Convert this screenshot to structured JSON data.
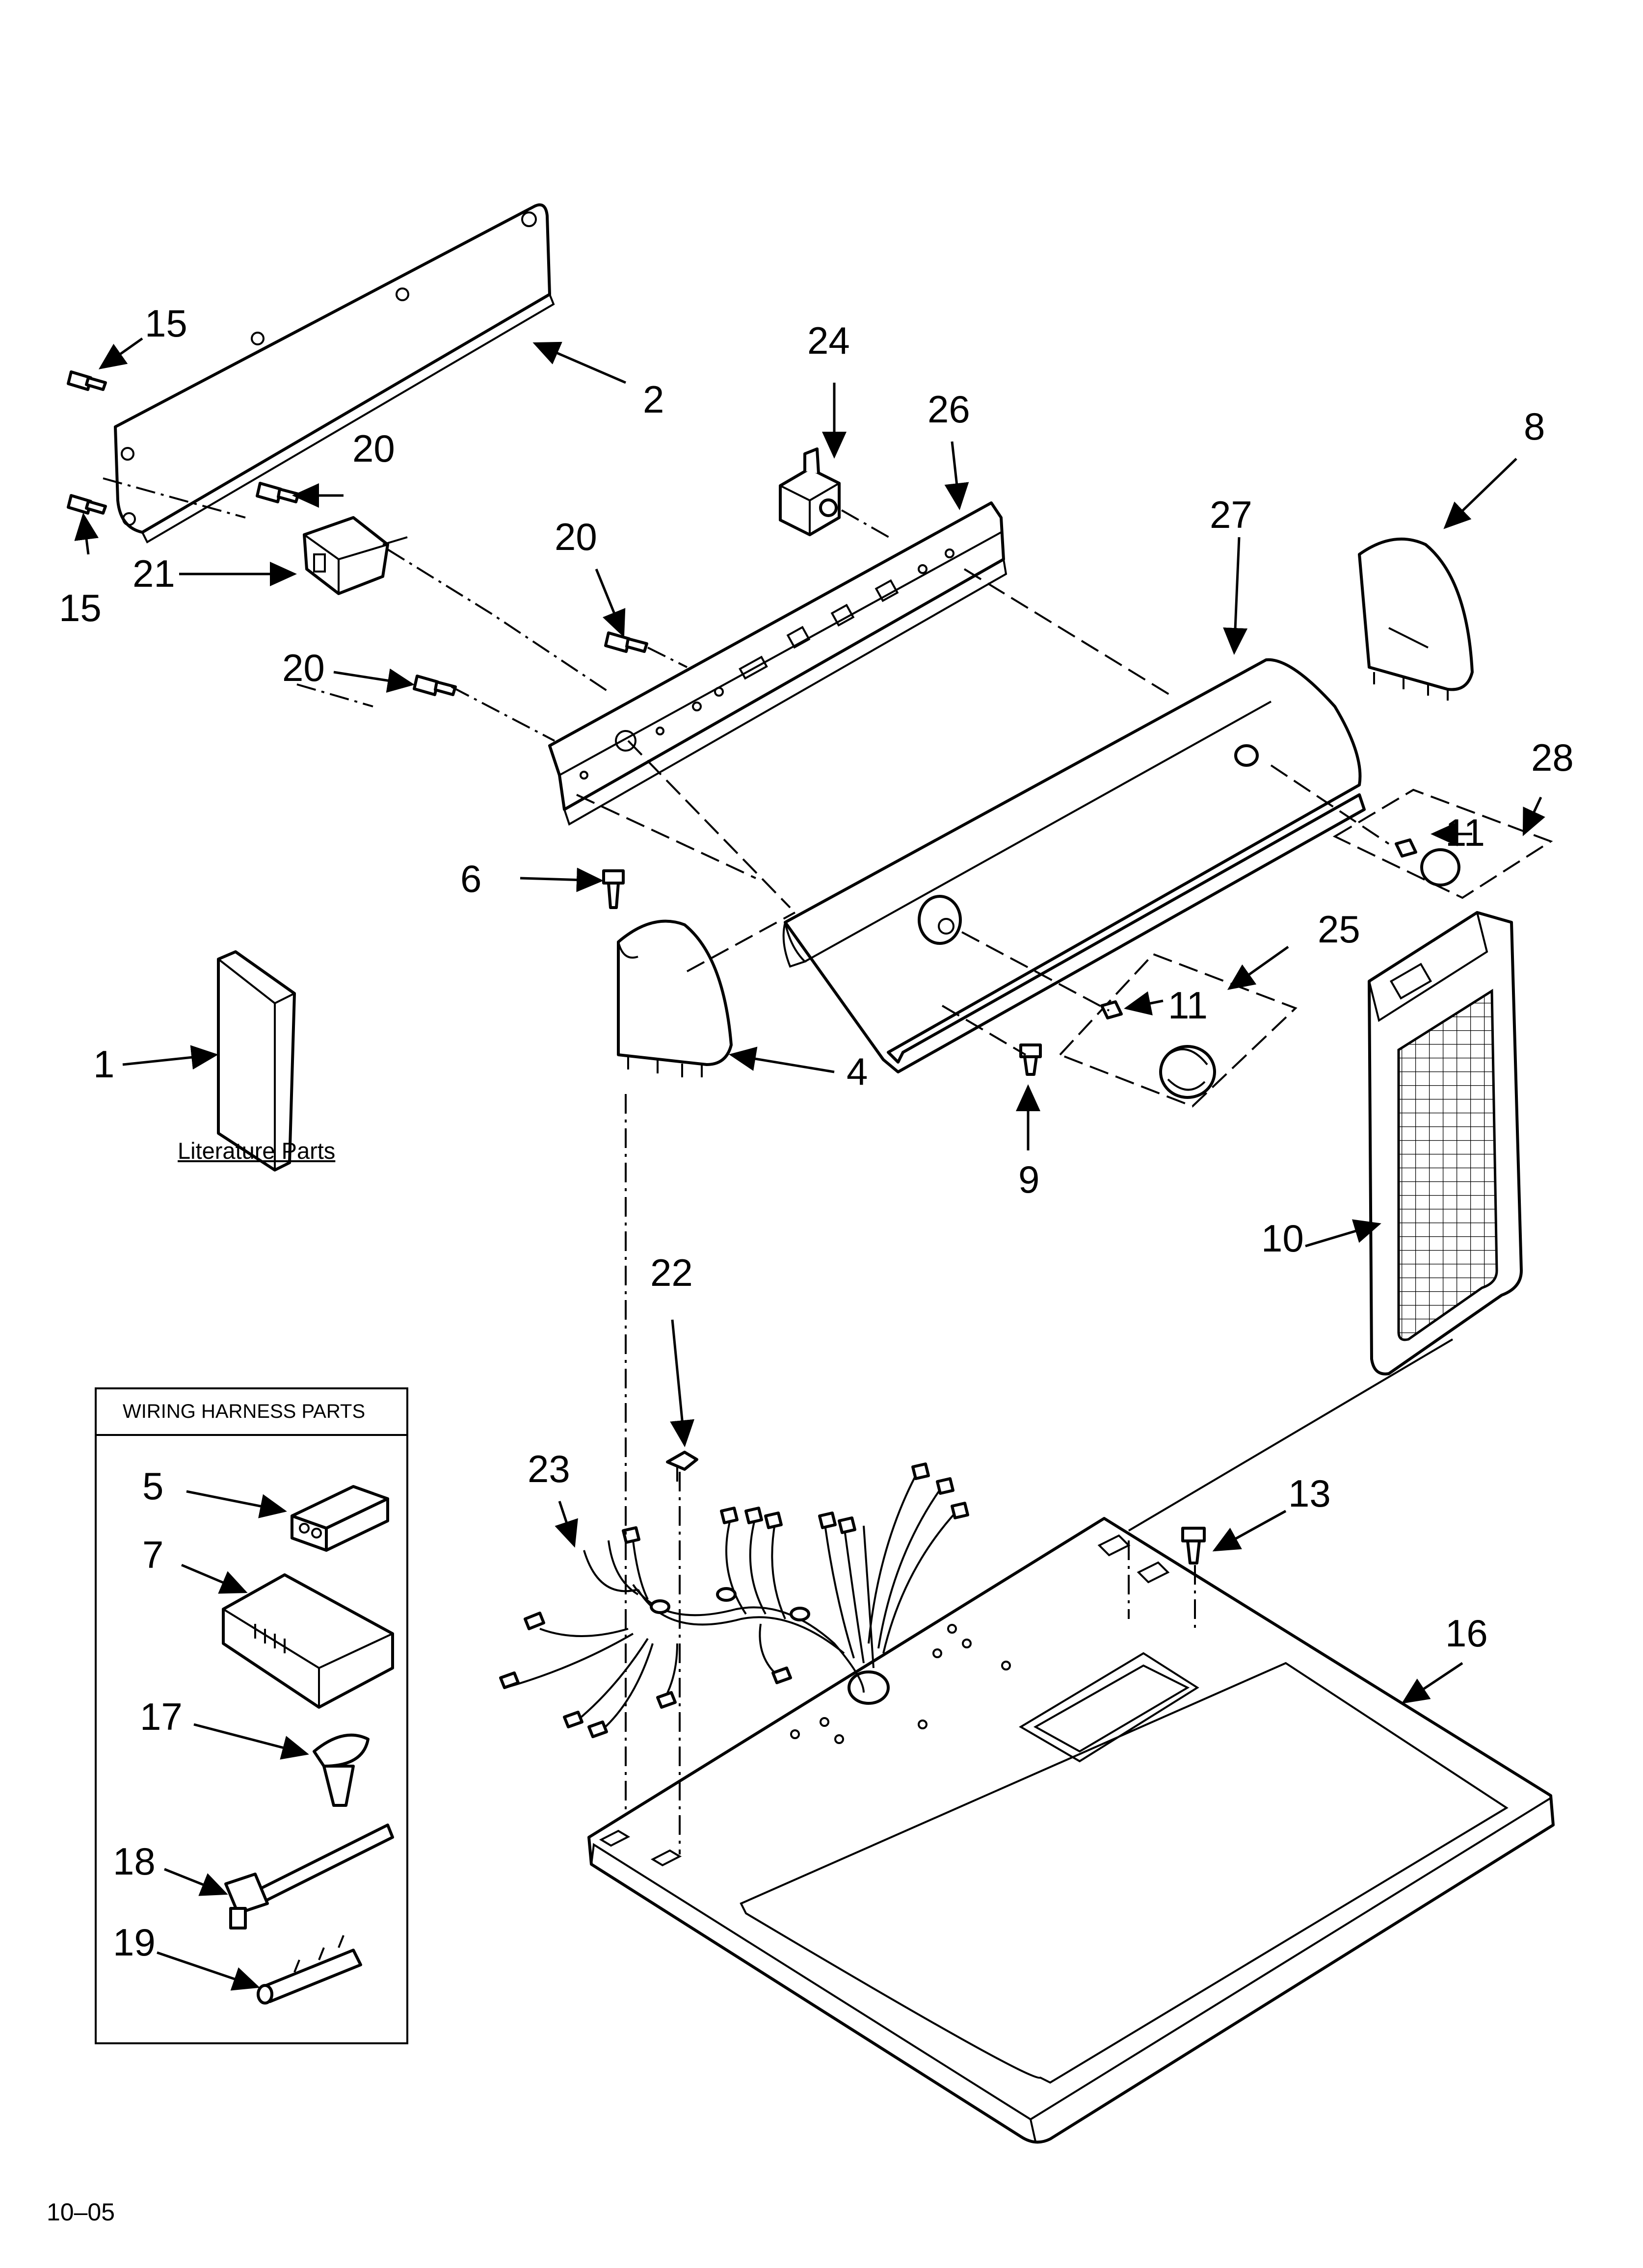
{
  "labels": {
    "p1": "1",
    "p2": "2",
    "p4": "4",
    "p5": "5",
    "p6": "6",
    "p7": "7",
    "p8": "8",
    "p9": "9",
    "p10": "10",
    "p11a": "11",
    "p11b": "11",
    "p13": "13",
    "p15a": "15",
    "p15b": "15",
    "p16": "16",
    "p17": "17",
    "p18": "18",
    "p19": "19",
    "p20a": "20",
    "p20b": "20",
    "p20c": "20",
    "p21": "21",
    "p22": "22",
    "p23": "23",
    "p24": "24",
    "p25": "25",
    "p26": "26",
    "p27": "27",
    "p28": "28"
  },
  "literature_caption": "Literature Parts",
  "wiring_box_title": "WIRING HARNESS PARTS",
  "footer_date": "10–05"
}
